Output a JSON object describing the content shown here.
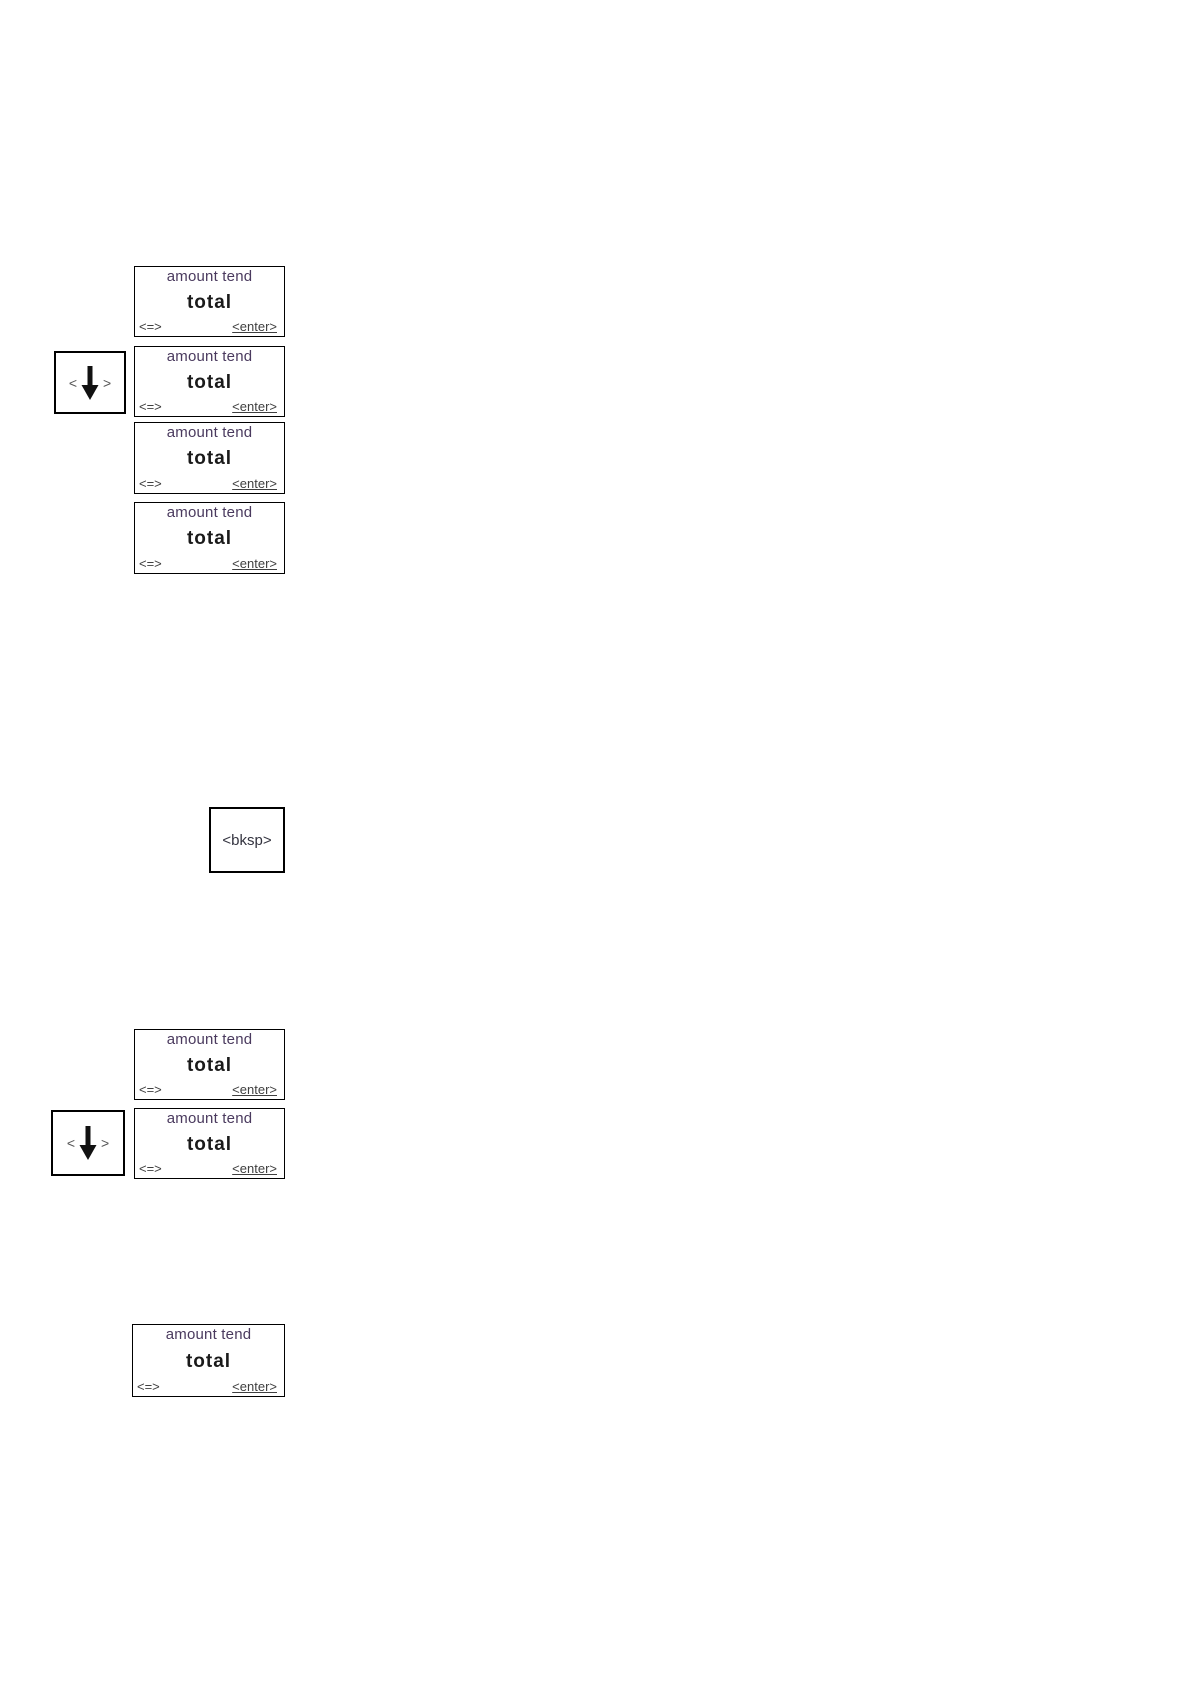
{
  "lcd_screen": {
    "title": "amount tend",
    "value": "total",
    "softkey_left": "<=>",
    "softkey_right": "<enter>"
  },
  "keys": {
    "down_arrow": {
      "left_bracket": "<",
      "right_bracket": ">",
      "icon": "down-arrow-icon"
    },
    "backspace_label": "<bksp>"
  },
  "colors": {
    "page_background": "#ffffff",
    "box_border": "#000000",
    "lcd_title_text": "#4a3a5e",
    "lcd_value_text": "#1a1a1a",
    "softkey_text": "#3f3f3f",
    "arrow_fill": "#111111"
  }
}
